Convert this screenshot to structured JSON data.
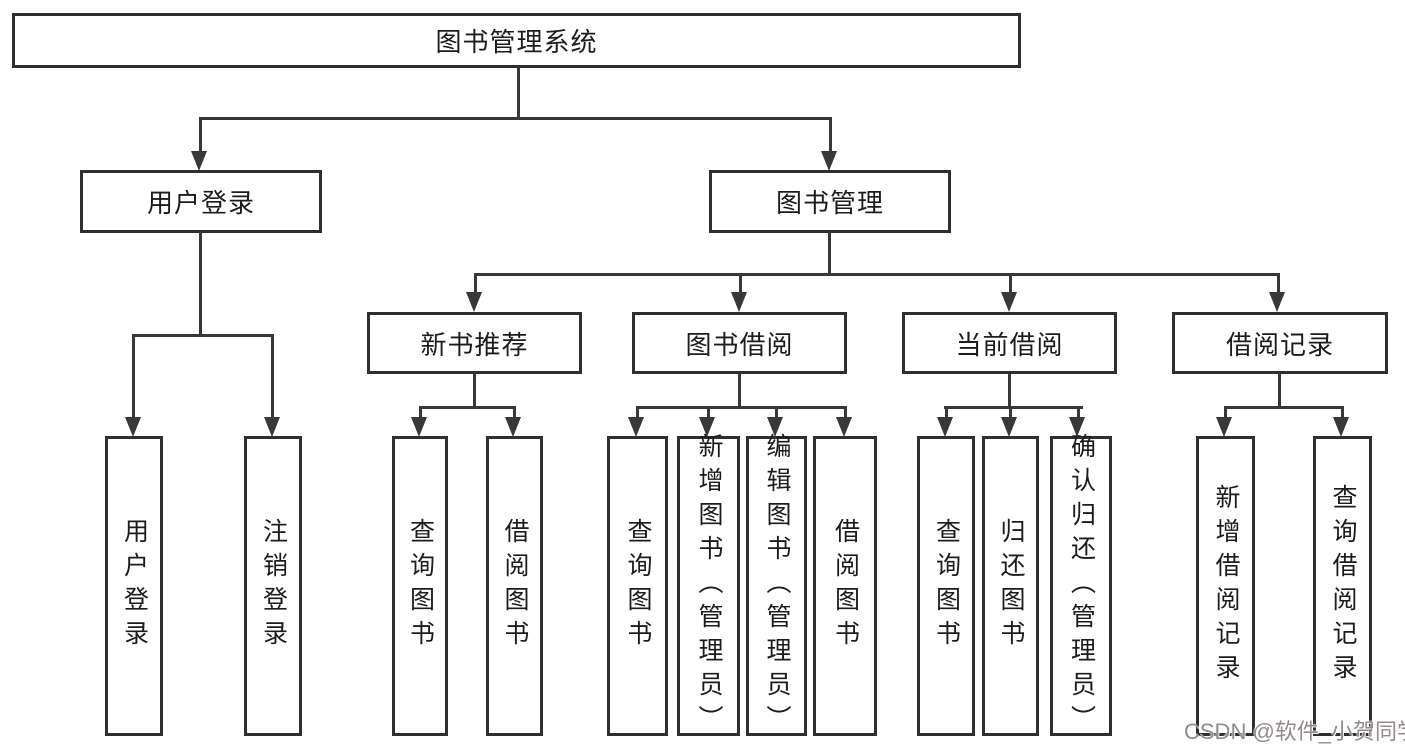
{
  "diagram_title": "图书管理系统",
  "colors": {
    "line": "#383838",
    "border": "#2f2f2f",
    "text": "#1c1c1c",
    "watermark": "#948b8b",
    "bg": "#ffffff"
  },
  "nodes": {
    "root": {
      "label": "图书管理系统"
    },
    "level2": [
      {
        "id": "user-login",
        "label": "用户登录",
        "parent": "图书管理系统"
      },
      {
        "id": "book-management",
        "label": "图书管理",
        "parent": "图书管理系统"
      }
    ],
    "level3": [
      {
        "id": "new-book-recommendation",
        "label": "新书推荐",
        "parent": "图书管理"
      },
      {
        "id": "book-borrowing",
        "label": "图书借阅",
        "parent": "图书管理"
      },
      {
        "id": "current-borrowing",
        "label": "当前借阅",
        "parent": "图书管理"
      },
      {
        "id": "borrowing-records",
        "label": "借阅记录",
        "parent": "图书管理"
      }
    ],
    "level4": [
      {
        "id": "leaf-user-login",
        "label": "用户登录",
        "parent": "用户登录"
      },
      {
        "id": "leaf-logout",
        "label": "注销登录",
        "parent": "用户登录"
      },
      {
        "id": "leaf-query-books-a",
        "label": "查询图书",
        "parent": "新书推荐"
      },
      {
        "id": "leaf-borrow-books-a",
        "label": "借阅图书",
        "parent": "新书推荐"
      },
      {
        "id": "leaf-query-books-b",
        "label": "查询图书",
        "parent": "图书借阅"
      },
      {
        "id": "leaf-add-books-admin",
        "label": "新增图书（管理员）",
        "parent": "图书借阅"
      },
      {
        "id": "leaf-edit-books-admin",
        "label": "编辑图书（管理员）",
        "parent": "图书借阅"
      },
      {
        "id": "leaf-borrow-books-b",
        "label": "借阅图书",
        "parent": "图书借阅"
      },
      {
        "id": "leaf-query-books-c",
        "label": "查询图书",
        "parent": "当前借阅"
      },
      {
        "id": "leaf-return-books",
        "label": "归还图书",
        "parent": "当前借阅"
      },
      {
        "id": "leaf-confirm-return-admin",
        "label": "确认归还（管理员）",
        "parent": "当前借阅"
      },
      {
        "id": "leaf-add-borrow-record",
        "label": "新增借阅记录",
        "parent": "借阅记录"
      },
      {
        "id": "leaf-query-borrow-record",
        "label": "查询借阅记录",
        "parent": "借阅记录"
      }
    ]
  },
  "watermark": {
    "text": "CSDN @软件_小贺同学"
  }
}
